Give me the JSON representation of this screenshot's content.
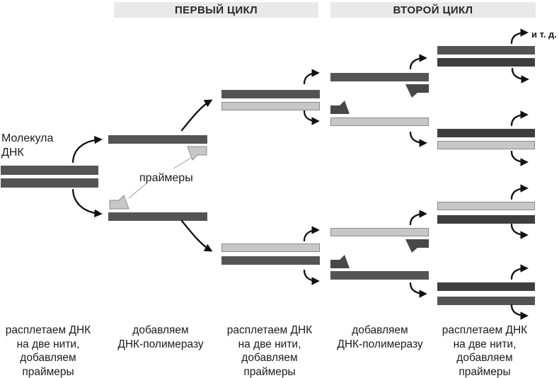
{
  "diagram": "pcr-amplification-cycles",
  "bands": {
    "first_cycle": "ПЕРВЫЙ ЦИКЛ",
    "second_cycle": "ВТОРОЙ ЦИКЛ"
  },
  "labels": {
    "molecule_line1": "Молекула",
    "molecule_line2": "ДНК",
    "primers": "праймеры",
    "etc": "и т. д."
  },
  "steps": [
    {
      "lines": [
        "расплетаем ДНК",
        "на две нити,",
        "добавляем",
        "праймеры"
      ]
    },
    {
      "lines": [
        "добавляем",
        "ДНК-полимеразу"
      ]
    },
    {
      "lines": [
        "расплетаем ДНК",
        "на две нити,",
        "добавляем",
        "праймеры"
      ]
    },
    {
      "lines": [
        "добавляем",
        "ДНК-полимеразу"
      ]
    },
    {
      "lines": [
        "расплетаем ДНК",
        "на две нити,",
        "добавляем",
        "праймеры"
      ]
    }
  ],
  "icons": {
    "primer_icon": "primer-flag",
    "arrow_icon": "curved-arrow"
  },
  "colors": {
    "strand_dark": "#545457",
    "strand_darker": "#3e3e40",
    "strand_light": "#c7c7c7",
    "strand_light_border": "#8a8a8a",
    "primer_dark": "#48484b",
    "band_bg": "#e9e9e9",
    "arrow": "#111111",
    "pointer_line": "#9a9a9a",
    "text": "#1a1a1a"
  }
}
